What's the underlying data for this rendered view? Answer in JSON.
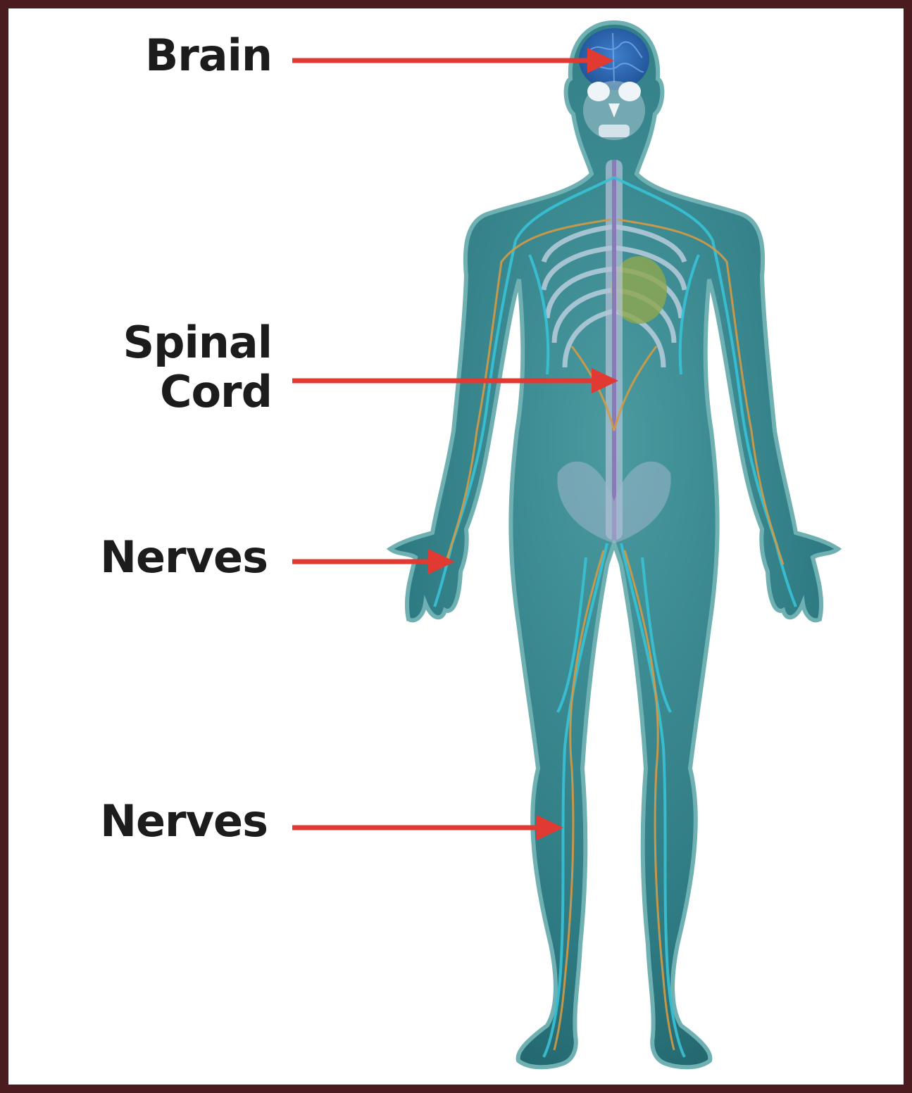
{
  "labels": {
    "brain": "Brain",
    "spinal_line1": "Spinal",
    "spinal_line2": "Cord",
    "nerves_arm": "Nerves",
    "nerves_leg": "Nerves"
  },
  "colors": {
    "frame": "#4a1c20",
    "arrow": "#e03a32",
    "body": "#2f7f86",
    "body_outline": "#5fa5a8",
    "nerve_cyan": "#38c2d6",
    "nerve_orange": "#d59a45",
    "bone": "#c9d6e6",
    "brain": "#2a5fb0",
    "heart": "#8ea84e"
  },
  "icons": [
    "human-body-illustration",
    "arrow-right-icon"
  ]
}
